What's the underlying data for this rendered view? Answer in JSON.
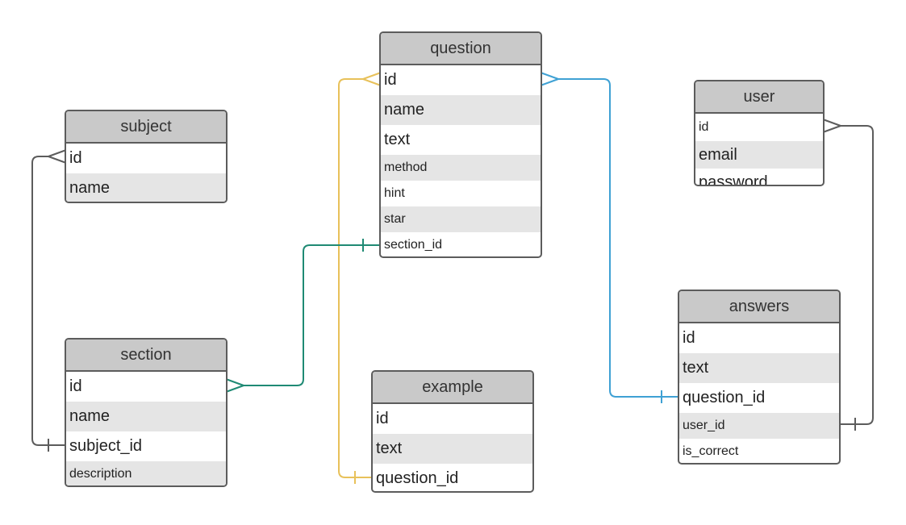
{
  "entities": {
    "question": {
      "title": "question",
      "fields": [
        "id",
        "name",
        "text",
        "method",
        "hint",
        "star",
        "section_id"
      ]
    },
    "subject": {
      "title": "subject",
      "fields": [
        "id",
        "name"
      ]
    },
    "user": {
      "title": "user",
      "fields": [
        "id",
        "email",
        "password"
      ]
    },
    "section": {
      "title": "section",
      "fields": [
        "id",
        "name",
        "subject_id",
        "description"
      ]
    },
    "example": {
      "title": "example",
      "fields": [
        "id",
        "text",
        "question_id"
      ]
    },
    "answers": {
      "title": "answers",
      "fields": [
        "id",
        "text",
        "question_id",
        "user_id",
        "is_correct"
      ]
    }
  },
  "relationships": [
    {
      "from": "subject.id",
      "to": "section.subject_id",
      "color": "#5c5c5c"
    },
    {
      "from": "question.id",
      "to": "example.question_id",
      "color": "#e8c15a"
    },
    {
      "from": "question.id",
      "to": "answers.question_id",
      "color": "#3fa1d4"
    },
    {
      "from": "section.id",
      "to": "question.section_id",
      "color": "#1f8a74"
    },
    {
      "from": "user.id",
      "to": "answers.user_id",
      "color": "#5c5c5c"
    }
  ]
}
